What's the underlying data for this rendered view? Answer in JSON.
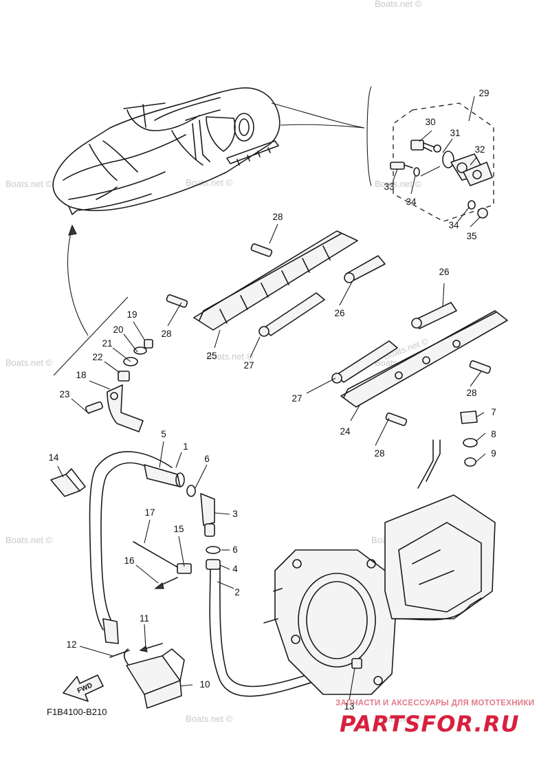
{
  "watermark_text": "Boats.net ©",
  "figure_code": "F1B4100-B210",
  "fwd_label": "FWD",
  "brand_tagline": "ЗАПЧАСТИ И АКСЕССУАРЫ ДЛЯ МОТОТЕХНИКИ",
  "brand_name": "PARTSFOR.RU",
  "callouts": [
    "1",
    "2",
    "3",
    "4",
    "5",
    "6",
    "7",
    "8",
    "9",
    "10",
    "11",
    "12",
    "13",
    "14",
    "15",
    "16",
    "17",
    "18",
    "19",
    "20",
    "21",
    "22",
    "23",
    "24",
    "25",
    "26",
    "27",
    "28",
    "29",
    "30",
    "31",
    "32",
    "33",
    "34",
    "35"
  ]
}
